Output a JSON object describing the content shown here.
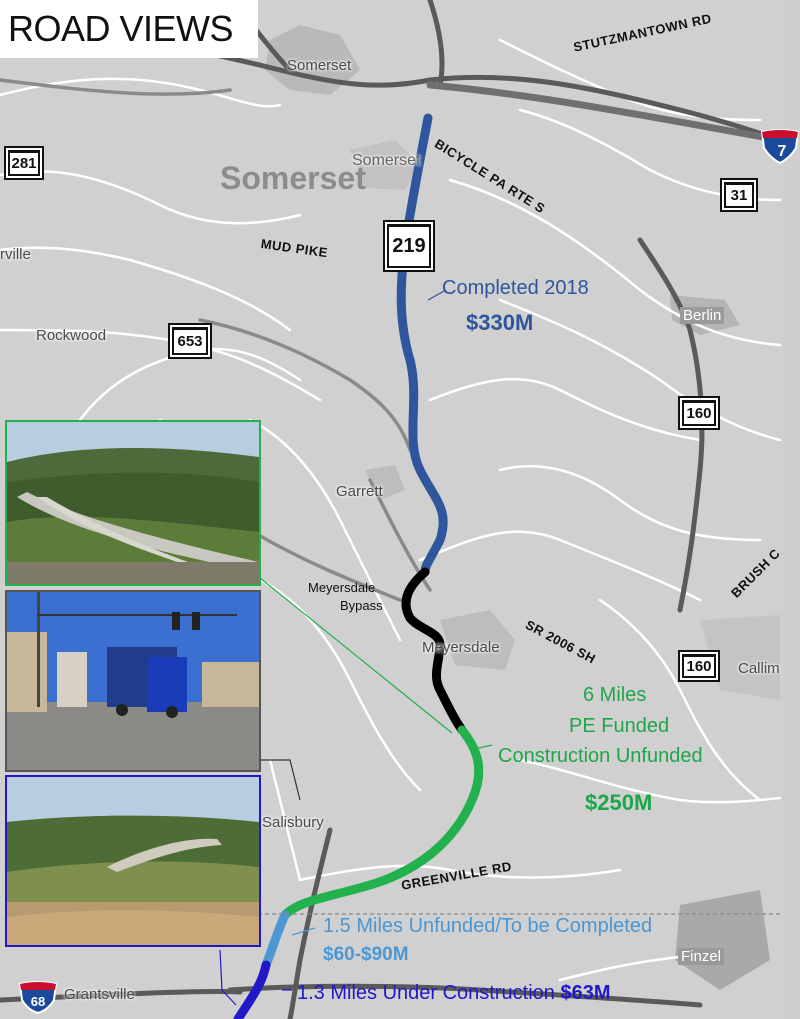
{
  "title": "ROAD VIEWS",
  "towns": {
    "somerset_small": "Somerset",
    "somerset_big": "Somerset",
    "somerset_mid": "Somerset",
    "rockwood": "Rockwood",
    "ville": "rville",
    "berlin": "Berlin",
    "garrett": "Garrett",
    "meyersdale": "Meyersdale",
    "salisbury": "Salisbury",
    "grantsville": "Grantsville",
    "finzel": "Finzel",
    "callim": "Callim"
  },
  "roads": {
    "stutzmantown": "STUTZMANTOWN RD",
    "bicycle": "BICYCLE PA RTE S",
    "mud_pike": "MUD PIKE",
    "sr2006": "SR 2006 SH",
    "greenville": "GREENVILLE RD",
    "brush": "BRUSH C"
  },
  "shields": {
    "s281": "281",
    "s31": "31",
    "s219": "219",
    "s653": "653",
    "s160a": "160",
    "s160b": "160",
    "i68": "68",
    "i70": "7"
  },
  "segments": {
    "completed_label": "Completed 2018",
    "completed_cost": "$330M",
    "bypass_label_1": "Meyersdale",
    "bypass_label_2": "Bypass",
    "pe_line1": "6 Miles",
    "pe_line2": "PE Funded",
    "pe_line3": "Construction Unfunded",
    "pe_cost": "$250M",
    "unfunded_label": "1.5 Miles Unfunded/To be Completed",
    "unfunded_cost": "$60-$90M",
    "construction_label": "1.3 Miles Under Construction",
    "construction_cost": "$63M"
  },
  "colors": {
    "completed": "#2f559c",
    "bypass": "#000000",
    "pe_funded": "#22b14c",
    "unfunded": "#4b97d4",
    "under_construction": "#2118c9"
  },
  "icons": {
    "interstate": "interstate-shield-icon",
    "us_route": "us-route-shield-icon",
    "state_route": "state-route-shield-icon"
  }
}
